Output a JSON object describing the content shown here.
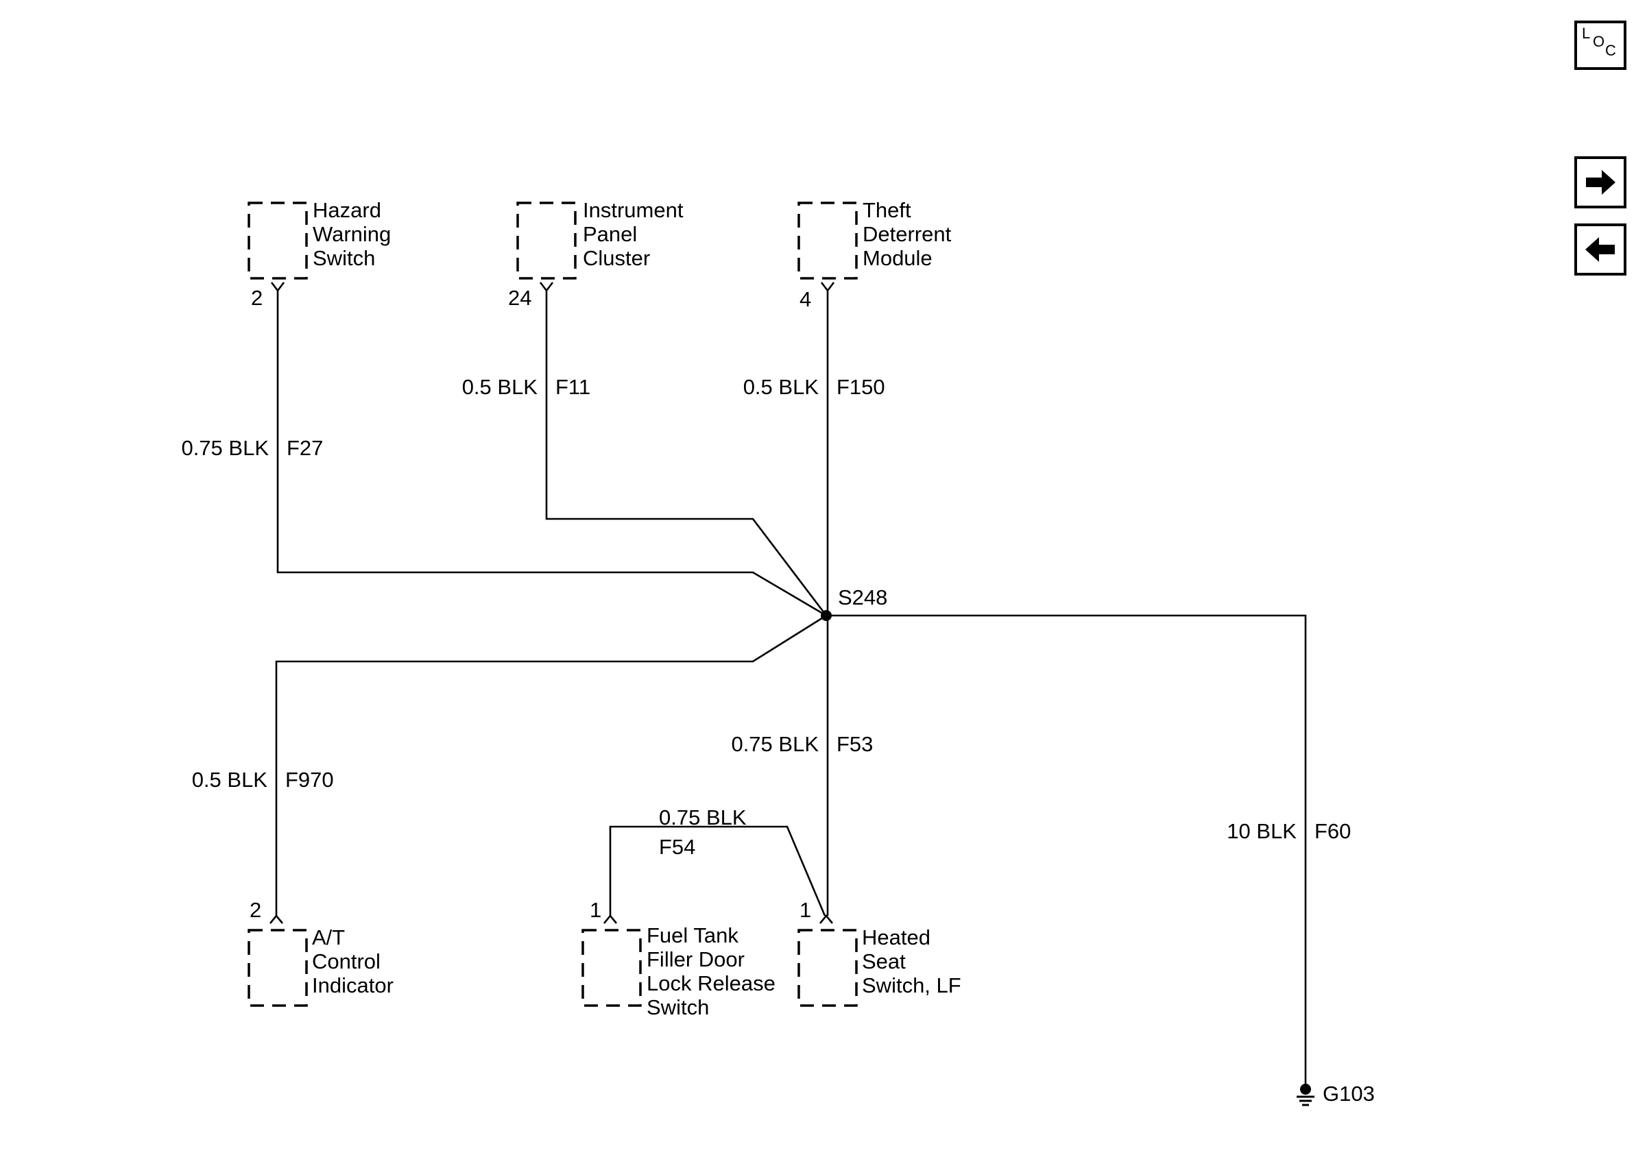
{
  "nav": {
    "loc_letters": [
      "L",
      "O",
      "C"
    ],
    "next_icon": "arrow-right-icon",
    "prev_icon": "arrow-left-icon"
  },
  "components": {
    "hazard": [
      "Hazard",
      "Warning",
      "Switch"
    ],
    "ipc": [
      "Instrument",
      "Panel",
      "Cluster"
    ],
    "theft": [
      "Theft",
      "Deterrent",
      "Module"
    ],
    "at": [
      "A/T",
      "Control",
      "Indicator"
    ],
    "fuel": [
      "Fuel Tank",
      "Filler Door",
      "Lock Release",
      "Switch"
    ],
    "seat": [
      "Heated",
      "Seat",
      "Switch, LF"
    ]
  },
  "pins": {
    "hazard": "2",
    "ipc": "24",
    "theft": "4",
    "at": "2",
    "fuel": "1",
    "seat": "1"
  },
  "wires": {
    "f27": {
      "gauge": "0.75 BLK",
      "circuit": "F27"
    },
    "f11": {
      "gauge": "0.5 BLK",
      "circuit": "F11"
    },
    "f150": {
      "gauge": "0.5 BLK",
      "circuit": "F150"
    },
    "f970": {
      "gauge": "0.5 BLK",
      "circuit": "F970"
    },
    "f53": {
      "gauge": "0.75 BLK",
      "circuit": "F53"
    },
    "f54": {
      "gauge": "0.75 BLK",
      "circuit": "F54"
    },
    "f60": {
      "gauge": "10 BLK",
      "circuit": "F60"
    }
  },
  "splice": "S248",
  "ground": "G103"
}
